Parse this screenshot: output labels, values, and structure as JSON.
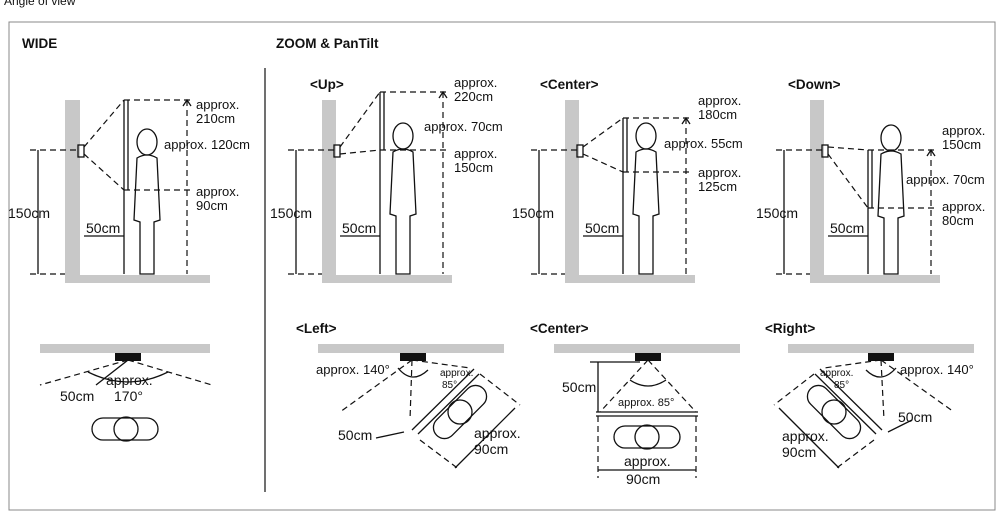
{
  "header_partial": "Angle of view",
  "sections": {
    "wide": "WIDE",
    "zoom": "ZOOM & PanTilt"
  },
  "side_views": {
    "wide": {
      "height": "150cm",
      "distance": "50cm",
      "top_1": "approx.",
      "top_2": "210cm",
      "mid": "approx. 120cm",
      "bot_1": "approx.",
      "bot_2": "90cm"
    },
    "up": {
      "title": "<Up>",
      "height": "150cm",
      "distance": "50cm",
      "top_1": "approx.",
      "top_2": "220cm",
      "mid": "approx. 70cm",
      "bot_1": "approx.",
      "bot_2": "150cm"
    },
    "center": {
      "title": "<Center>",
      "height": "150cm",
      "distance": "50cm",
      "top_1": "approx.",
      "top_2": "180cm",
      "mid": "approx. 55cm",
      "bot_1": "approx.",
      "bot_2": "125cm"
    },
    "down": {
      "title": "<Down>",
      "height": "150cm",
      "distance": "50cm",
      "top_1": "approx.",
      "top_2": "150cm",
      "mid": "approx. 70cm",
      "bot_1": "approx.",
      "bot_2": "80cm"
    }
  },
  "top_views": {
    "wide": {
      "distance": "50cm",
      "angle_1": "approx.",
      "angle_2": "170°"
    },
    "left": {
      "title": "<Left>",
      "pan_angle": "approx. 140°",
      "view_1": "approx.",
      "view_2": "85°",
      "distance": "50cm",
      "width_1": "approx.",
      "width_2": "90cm"
    },
    "center": {
      "title": "<Center>",
      "distance": "50cm",
      "view": "approx. 85°",
      "width_1": "approx.",
      "width_2": "90cm"
    },
    "right": {
      "title": "<Right>",
      "pan_angle": "approx. 140°",
      "view_1": "approx.",
      "view_2": "85°",
      "distance": "50cm",
      "width_1": "approx.",
      "width_2": "90cm"
    }
  },
  "colors": {
    "header_accent": "#e8840c",
    "wall": "#c8c8c8",
    "line": "#111111"
  }
}
